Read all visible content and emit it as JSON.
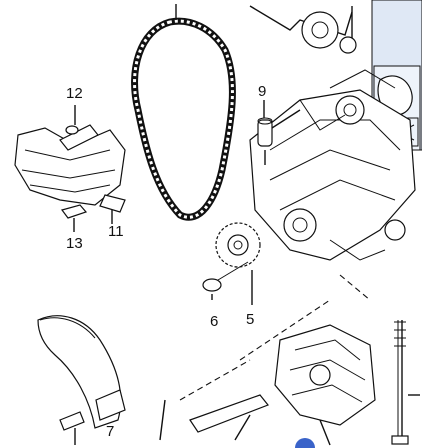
{
  "labels": {
    "l12": "12",
    "l9": "9",
    "l13": "13",
    "l11": "11",
    "l6": "6",
    "l5": "5",
    "l7": "7"
  },
  "colors": {
    "line": "#111111",
    "inset_bg": "#dfe8f5",
    "highlight": "#3a63c9"
  }
}
